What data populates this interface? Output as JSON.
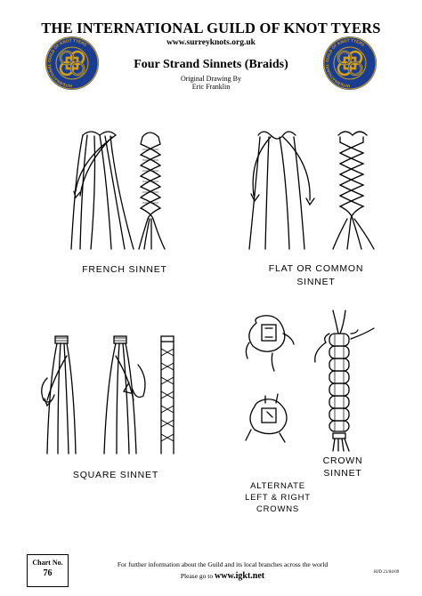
{
  "header": {
    "title": "THE INTERNATIONAL GUILD OF KNOT TYERS",
    "website": "www.surreyknots.org.uk",
    "subtitle": "Four Strand Sinnets (Braids)",
    "credit_line1": "Original Drawing By",
    "credit_line2": "Eric Franklin"
  },
  "logo": {
    "ring_text": "INTERNATIONAL GUILD OF KNOT TYERS",
    "ring_color": "#1a3d8f",
    "knot_color": "#d4a017"
  },
  "diagrams": {
    "french": "FRENCH SINNET",
    "flat_line1": "FLAT OR COMMON",
    "flat_line2": "SINNET",
    "square": "SQUARE SINNET",
    "crown_line1": "CROWN",
    "crown_line2": "SINNET",
    "alt_line1": "ALTERNATE",
    "alt_line2": "LEFT & RIGHT",
    "alt_line3": "CROWNS"
  },
  "footer": {
    "chart_label": "Chart No.",
    "chart_number": "76",
    "info_line1": "For further information about the Guild and its local branches across the world",
    "info_line2_prefix": "Please go to",
    "info_link": "www.igkt.net",
    "code": "HJD 21/04/09"
  }
}
